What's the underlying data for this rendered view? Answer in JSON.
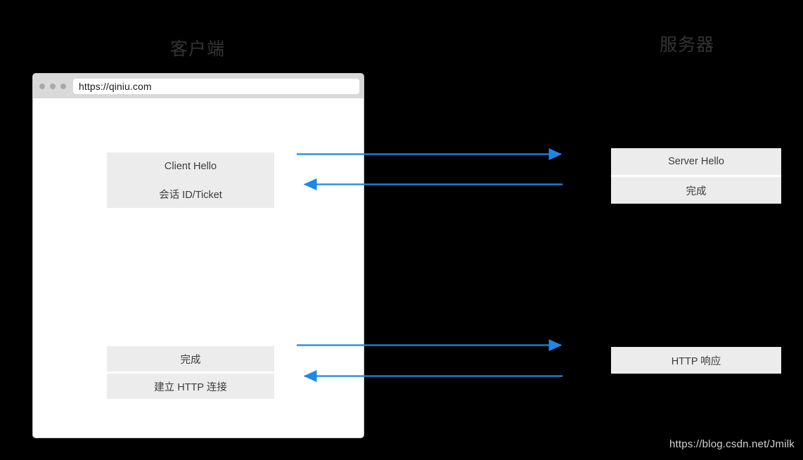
{
  "columns": {
    "client_title": "客户端",
    "server_title": "服务器"
  },
  "browser": {
    "url": "https://qiniu.com",
    "url_placeholder": "https://",
    "traffic_lights": [
      "close-dot",
      "minimize-dot",
      "maximize-dot"
    ]
  },
  "client_messages": [
    {
      "id": "client-hello",
      "cells": [
        "Client Hello",
        "会话 ID/Ticket"
      ]
    },
    {
      "id": "client-finish",
      "cells": [
        "完成",
        "建立 HTTP 连接"
      ]
    }
  ],
  "server_messages": [
    {
      "id": "server-hello",
      "cells": [
        "Server Hello",
        "完成"
      ]
    },
    {
      "id": "http-response",
      "cells": [
        "HTTP 响应"
      ]
    }
  ],
  "arrows": [
    {
      "id": "client-hello-request",
      "direction": "right"
    },
    {
      "id": "server-hello-response",
      "direction": "left"
    },
    {
      "id": "client-finish-request",
      "direction": "right"
    },
    {
      "id": "http-response-reply",
      "direction": "left"
    }
  ],
  "colors": {
    "background": "#000000",
    "arrow": "#1a88e8",
    "box_fill": "#ececec",
    "box_text": "#3c3c3c",
    "title_text": "#343434",
    "browser_chrome": "#d9d9d9",
    "browser_body": "#ffffff",
    "watermark": "#d2d2d2"
  },
  "watermark": "https://blog.csdn.net/Jmilk"
}
